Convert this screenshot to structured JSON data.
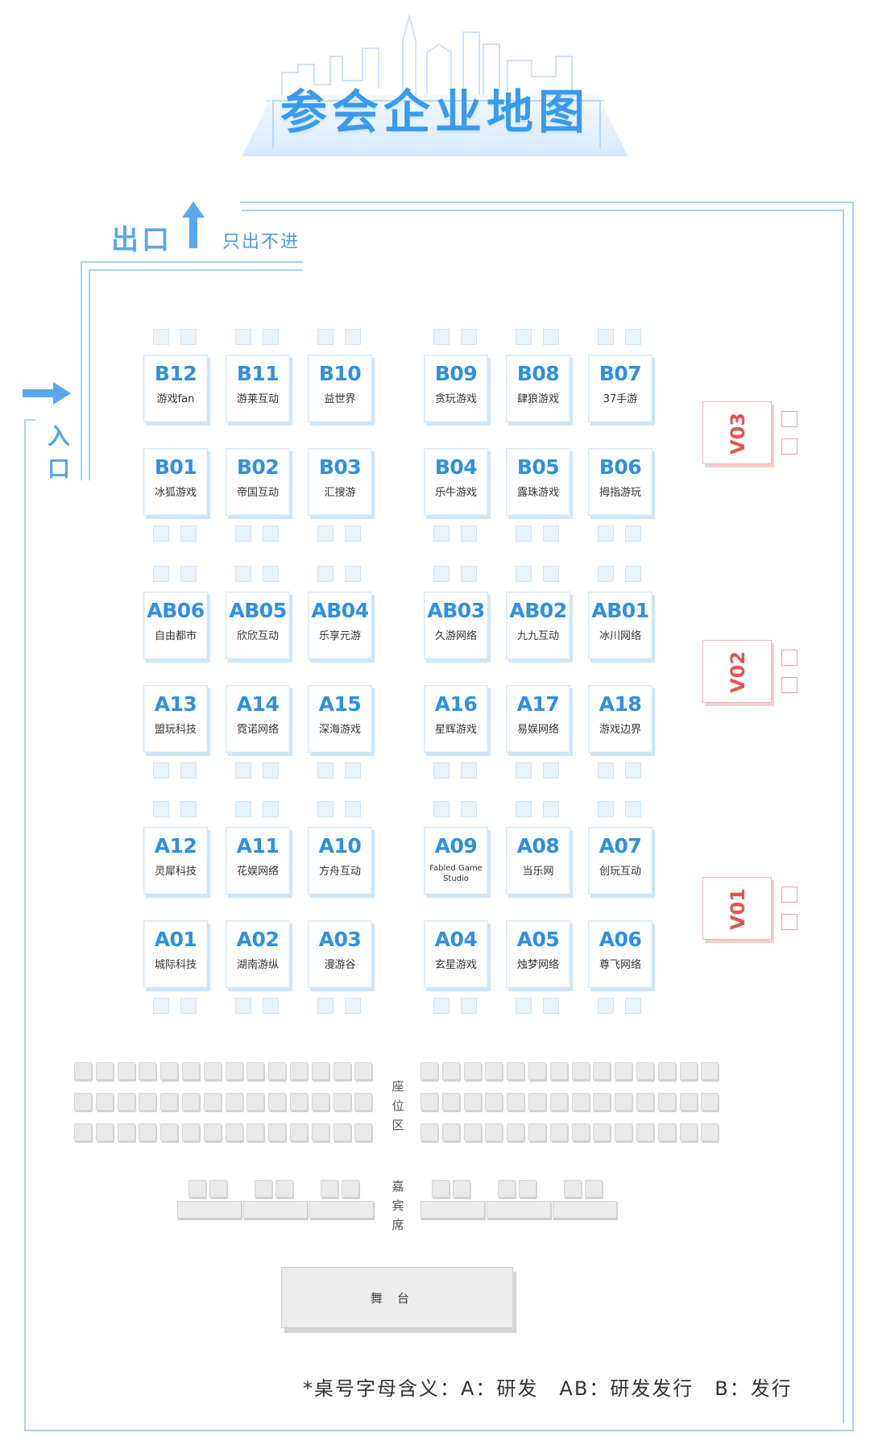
{
  "title": "参会企业地图",
  "exit": {
    "label": "出口",
    "note": "只出不进"
  },
  "entrance": {
    "label": "入口"
  },
  "colors": {
    "accent": "#2e8fe4",
    "vip": "#e25555",
    "wall": "#a9d1f5",
    "seat": "#e9e9e9"
  },
  "booths": [
    {
      "code": "B12",
      "name": "游戏fan"
    },
    {
      "code": "B11",
      "name": "游莱互动"
    },
    {
      "code": "B10",
      "name": "益世界"
    },
    {
      "code": "B09",
      "name": "贪玩游戏"
    },
    {
      "code": "B08",
      "name": "肆狼游戏"
    },
    {
      "code": "B07",
      "name": "37手游"
    },
    {
      "code": "B01",
      "name": "冰狐游戏"
    },
    {
      "code": "B02",
      "name": "帝国互动"
    },
    {
      "code": "B03",
      "name": "汇搜游"
    },
    {
      "code": "B04",
      "name": "乐牛游戏"
    },
    {
      "code": "B05",
      "name": "露珠游戏"
    },
    {
      "code": "B06",
      "name": "拇指游玩"
    },
    {
      "code": "AB06",
      "name": "自由都市"
    },
    {
      "code": "AB05",
      "name": "欣欣互动"
    },
    {
      "code": "AB04",
      "name": "乐享元游"
    },
    {
      "code": "AB03",
      "name": "久游网络"
    },
    {
      "code": "AB02",
      "name": "九九互动"
    },
    {
      "code": "AB01",
      "name": "冰川网络"
    },
    {
      "code": "A13",
      "name": "盟玩科技"
    },
    {
      "code": "A14",
      "name": "霓诺网络"
    },
    {
      "code": "A15",
      "name": "深海游戏"
    },
    {
      "code": "A16",
      "name": "星辉游戏"
    },
    {
      "code": "A17",
      "name": "易娱网络"
    },
    {
      "code": "A18",
      "name": "游戏边界"
    },
    {
      "code": "A12",
      "name": "灵犀科技"
    },
    {
      "code": "A11",
      "name": "花娱网络"
    },
    {
      "code": "A10",
      "name": "方舟互动"
    },
    {
      "code": "A09",
      "name": "Fabled Game Studio"
    },
    {
      "code": "A08",
      "name": "当乐网"
    },
    {
      "code": "A07",
      "name": "创玩互动"
    },
    {
      "code": "A01",
      "name": "城际科技"
    },
    {
      "code": "A02",
      "name": "湖南游纵"
    },
    {
      "code": "A03",
      "name": "漫游谷"
    },
    {
      "code": "A04",
      "name": "玄星游戏"
    },
    {
      "code": "A05",
      "name": "烛梦网络"
    },
    {
      "code": "A06",
      "name": "尊飞网络"
    }
  ],
  "vip_booths": [
    {
      "code": "V03"
    },
    {
      "code": "V02"
    },
    {
      "code": "V01"
    }
  ],
  "seating_label": "座位区",
  "guest_label": "嘉宾席",
  "stage_label": "舞台",
  "legend_note": "*桌号字母含义：A：研发　AB：研发发行　B：发行"
}
